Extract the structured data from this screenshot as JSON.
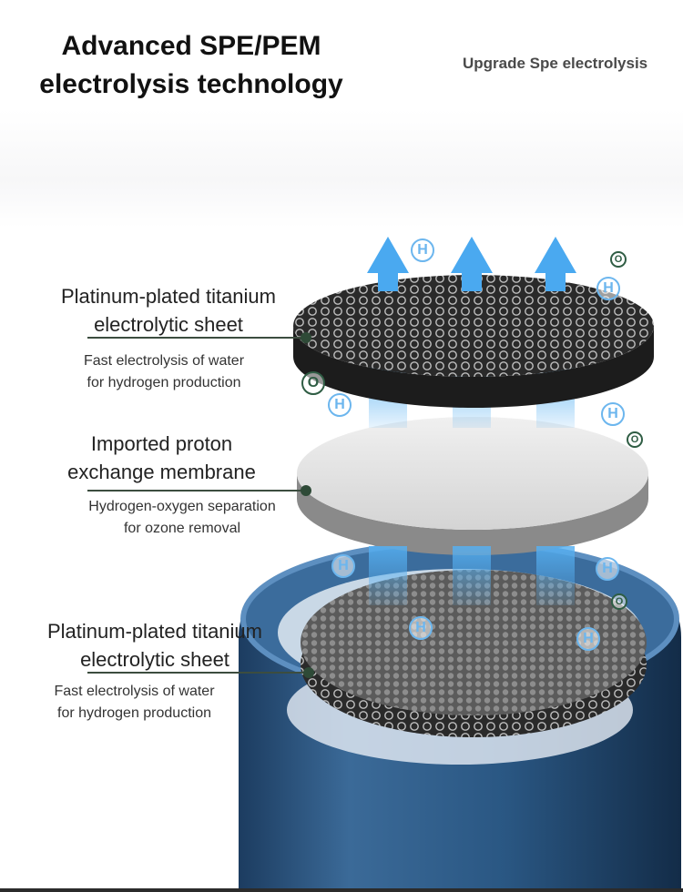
{
  "header": {
    "title_line1": "Advanced SPE/PEM",
    "title_line2": "electrolysis technology",
    "subtitle": "Upgrade Spe electrolysis"
  },
  "layers": [
    {
      "title_line1": "Platinum-plated titanium",
      "title_line2": "electrolytic sheet",
      "desc_line1": "Fast electrolysis of water",
      "desc_line2": "for hydrogen production"
    },
    {
      "title_line1": "Imported proton",
      "title_line2": "exchange membrane",
      "desc_line1": "Hydrogen-oxygen separation",
      "desc_line2": "for ozone removal"
    },
    {
      "title_line1": "Platinum-plated titanium",
      "title_line2": "electrolytic sheet",
      "desc_line1": "Fast electrolysis of water",
      "desc_line2": "for hydrogen production"
    }
  ],
  "symbols": {
    "hydrogen": "H",
    "oxygen": "O"
  },
  "colors": {
    "arrow_blue": "#4aa9f0",
    "cup_blue": "#2f5a86",
    "symbol_blue": "#6cb6ee",
    "symbol_green": "#2f5d44"
  }
}
